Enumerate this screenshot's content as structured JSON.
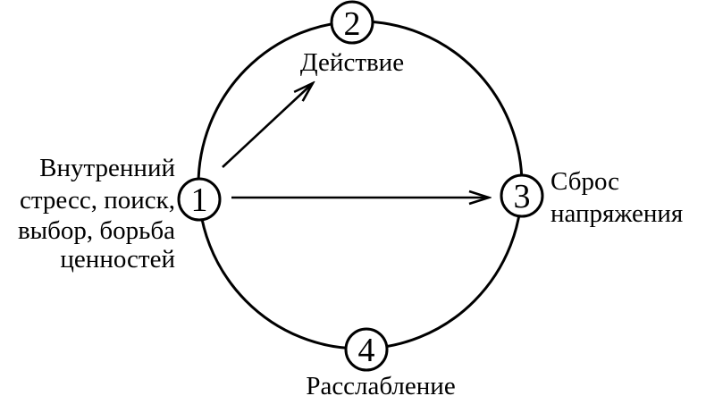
{
  "figure": {
    "type": "cycle-diagram",
    "background_color": "#ffffff",
    "line_color": "#000000",
    "nodes": [
      {
        "number": "1",
        "position": "left",
        "label": "Внутренний стресс, поиск, выбор, борьба ценностей",
        "label_lines": [
          "Внутренний",
          "стресс, поиск,",
          "выбор, борьба",
          "ценностей"
        ]
      },
      {
        "number": "2",
        "position": "top",
        "label": "Действие",
        "label_lines": [
          "Действие"
        ]
      },
      {
        "number": "3",
        "position": "right",
        "label": "Сброс напряжения",
        "label_lines": [
          "Сброс",
          "напряжения"
        ]
      },
      {
        "number": "4",
        "position": "bottom",
        "label": "Расслабление",
        "label_lines": [
          "Расслабление"
        ]
      }
    ],
    "arrows": [
      {
        "from_node": "1",
        "to_node": "2"
      },
      {
        "from_node": "1",
        "to_node": "3"
      }
    ]
  }
}
